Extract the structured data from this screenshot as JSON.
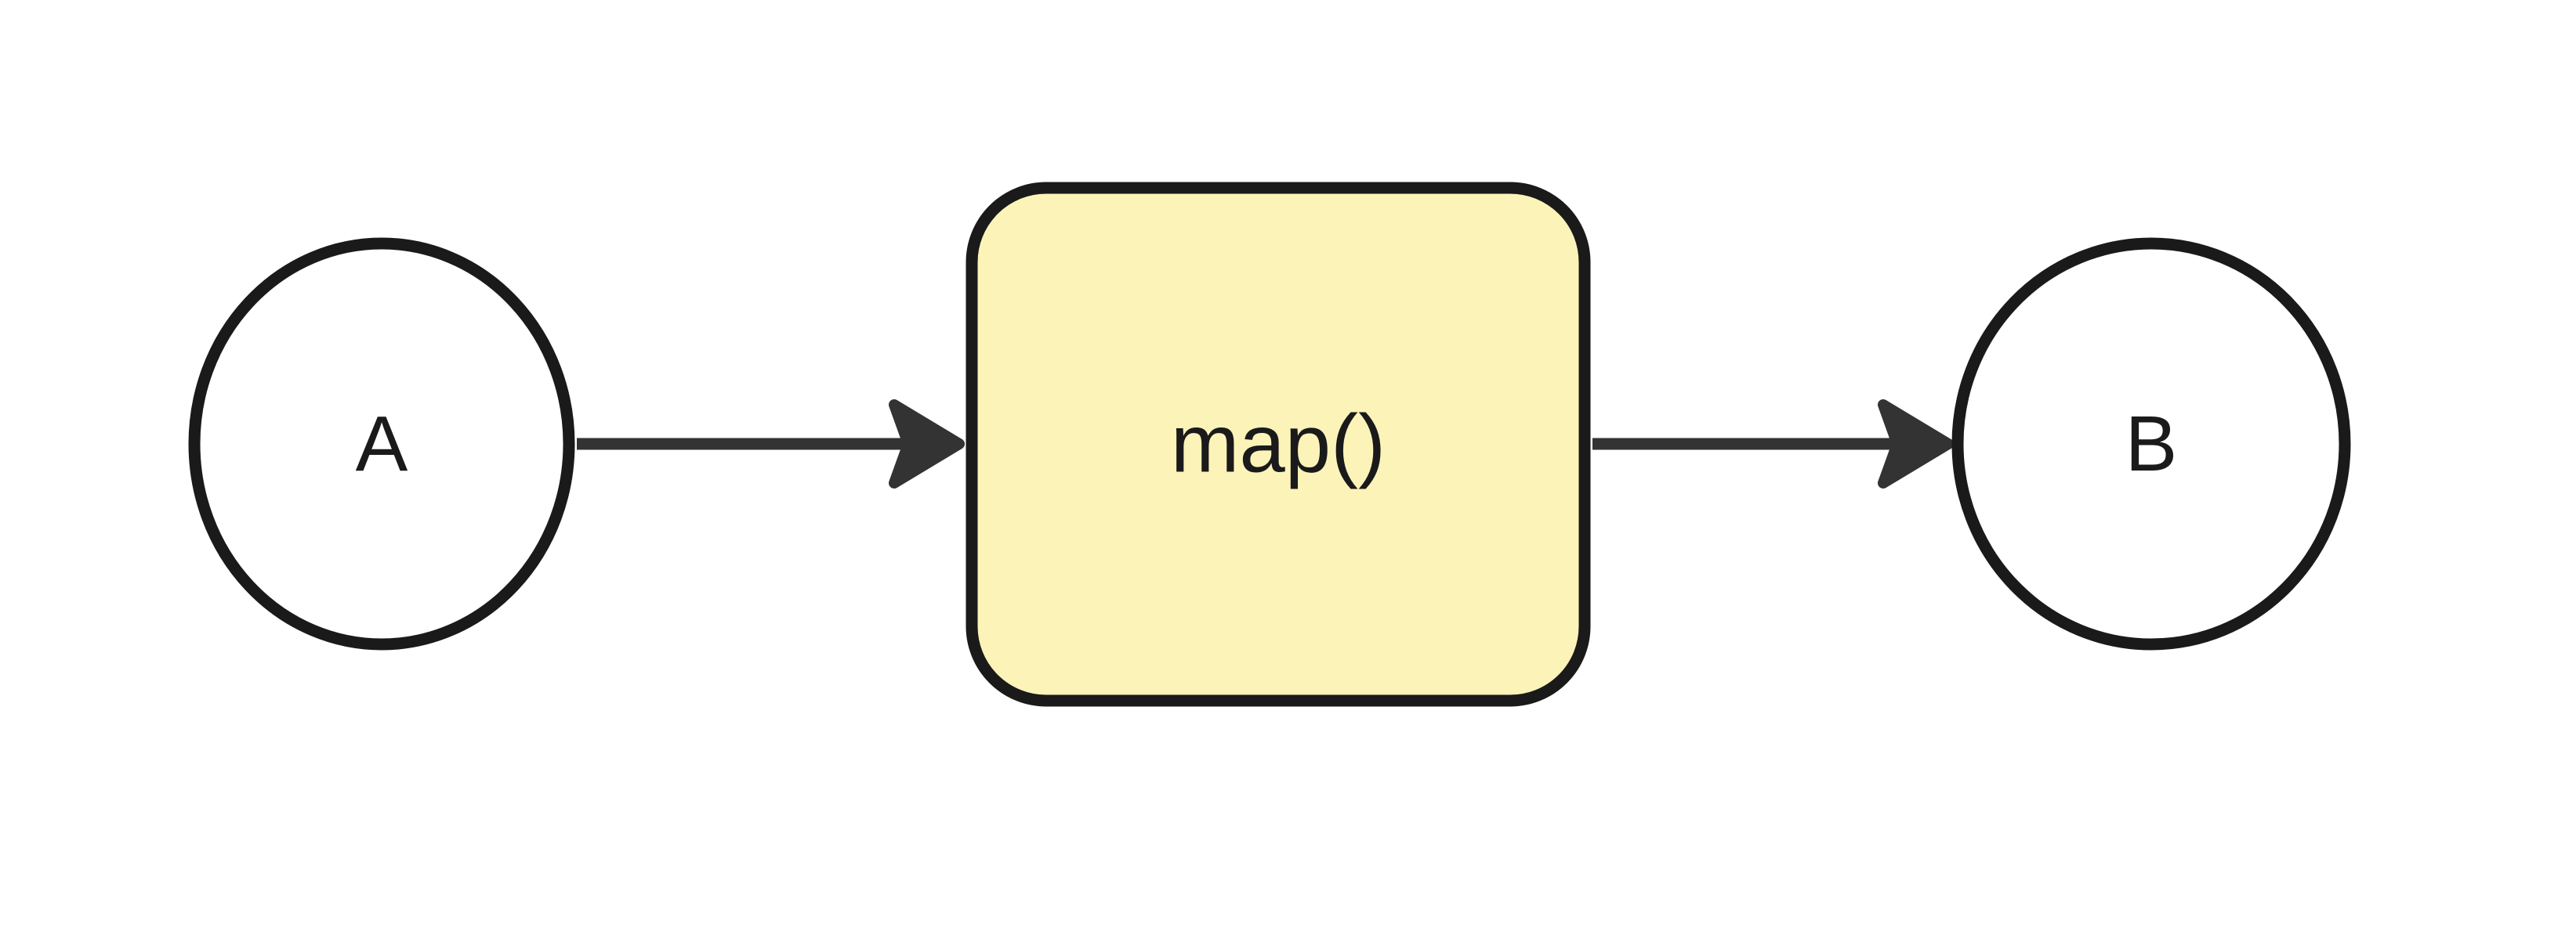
{
  "diagram": {
    "background_color": "#ffffff",
    "text_color": "#1a1a1a",
    "nodes": [
      {
        "id": "A",
        "label": "A",
        "shape": "ellipse",
        "fill": "#ffffff",
        "stroke": "#1a1a1a"
      },
      {
        "id": "map",
        "label": "map()",
        "shape": "rounded-rectangle",
        "fill": "#fcf3b9",
        "stroke": "#1a1a1a"
      },
      {
        "id": "B",
        "label": "B",
        "shape": "ellipse",
        "fill": "#ffffff",
        "stroke": "#1a1a1a"
      }
    ],
    "edges": [
      {
        "from": "A",
        "to": "map",
        "color": "#333333",
        "arrowhead": "notched-triangle"
      },
      {
        "from": "map",
        "to": "B",
        "color": "#333333",
        "arrowhead": "notched-triangle"
      }
    ]
  }
}
